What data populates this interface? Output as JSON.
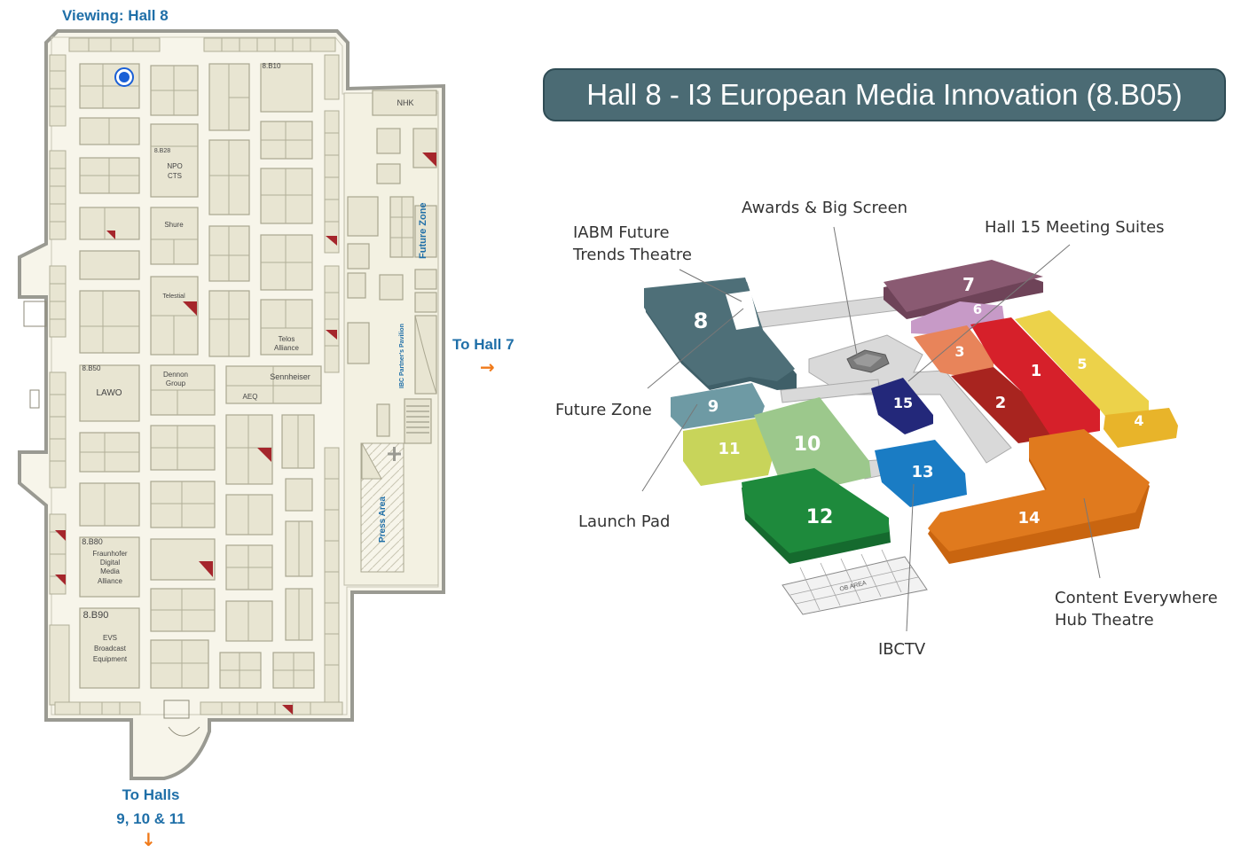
{
  "viewing_label": "Viewing: Hall 8",
  "title": "Hall 8 - I3 European Media Innovation (8.B05)",
  "nav": {
    "to_hall7": "To Hall 7",
    "to_halls_line1": "To Halls",
    "to_halls_line2": "9, 10 & 11",
    "arrow_right": "→",
    "arrow_down": "↓"
  },
  "floorplan_labels": {
    "b010": "8.B10",
    "nhk": "NHK",
    "b828": "8.B28",
    "npo1": "NPO",
    "npo2": "CTS",
    "shure": "Shure",
    "telestial": "Telestial",
    "future_zone": "Future Zone",
    "partners_pavilion": "IBC Partner's Pavilion",
    "telos1": "Telos",
    "telos2": "Alliance",
    "b850": "8.B50",
    "lawo": "LAWO",
    "dennon1": "Dennon",
    "dennon2": "Group",
    "sennheiser": "Sennheiser",
    "aeq": "AEQ",
    "press_area": "Press Area",
    "b880": "8.B80",
    "fraun1": "Fraunhofer",
    "fraun2": "Digital",
    "fraun3": "Media",
    "fraun4": "Alliance",
    "b890": "8.B90",
    "evs1": "EVS",
    "evs2": "Broadcast",
    "evs3": "Equipment",
    "ob_area": "OB AREA"
  },
  "overview_zones": [
    {
      "number": "1",
      "color": "#d6202a"
    },
    {
      "number": "2",
      "color": "#a8241f"
    },
    {
      "number": "3",
      "color": "#e8845a"
    },
    {
      "number": "4",
      "color": "#e8b42a"
    },
    {
      "number": "5",
      "color": "#ecd24a"
    },
    {
      "number": "6",
      "color": "#c79ac7"
    },
    {
      "number": "7",
      "color": "#8a5a72"
    },
    {
      "number": "8",
      "color": "#4e6f78"
    },
    {
      "number": "9",
      "color": "#6e9aa4"
    },
    {
      "number": "10",
      "color": "#9cc88c"
    },
    {
      "number": "11",
      "color": "#c8d45a"
    },
    {
      "number": "12",
      "color": "#1e8a3c"
    },
    {
      "number": "13",
      "color": "#1a7cc4"
    },
    {
      "number": "14",
      "color": "#e07a1e"
    },
    {
      "number": "15",
      "color": "#23287a"
    }
  ],
  "callouts": {
    "awards": "Awards & Big Screen",
    "iabm_line1": "IABM Future",
    "iabm_line2": "Trends Theatre",
    "hall15": "Hall 15 Meeting Suites",
    "future_zone": "Future Zone",
    "launch_pad": "Launch Pad",
    "content_line1": "Content Everywhere",
    "content_line2": "Hub Theatre",
    "ibctv": "IBCTV"
  },
  "colors": {
    "accent_blue": "#1f6fa8",
    "arrow_orange": "#f07a1a",
    "banner": "#4b6b74",
    "location_marker": "#1a5fd6"
  }
}
